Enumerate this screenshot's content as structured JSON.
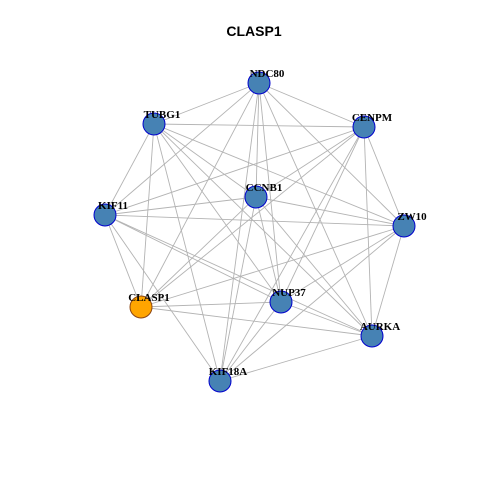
{
  "title": "CLASP1",
  "colors": {
    "node_fill": "#4682B4",
    "node_stroke": "#0000CD",
    "focus_fill": "#FFA500",
    "focus_stroke": "#8B4513",
    "edge": "#B3B3B3"
  },
  "focus_node": "CLASP1",
  "nodes": [
    "NDC80",
    "TUBG1",
    "CENPM",
    "CCNB1",
    "KIF11",
    "ZW10",
    "CLASP1",
    "NUP37",
    "AURKA",
    "KIF18A"
  ],
  "edges": [
    [
      "NDC80",
      "TUBG1"
    ],
    [
      "NDC80",
      "CENPM"
    ],
    [
      "NDC80",
      "CCNB1"
    ],
    [
      "NDC80",
      "KIF11"
    ],
    [
      "NDC80",
      "ZW10"
    ],
    [
      "NDC80",
      "CLASP1"
    ],
    [
      "NDC80",
      "NUP37"
    ],
    [
      "NDC80",
      "AURKA"
    ],
    [
      "NDC80",
      "KIF18A"
    ],
    [
      "TUBG1",
      "CENPM"
    ],
    [
      "TUBG1",
      "CCNB1"
    ],
    [
      "TUBG1",
      "KIF11"
    ],
    [
      "TUBG1",
      "ZW10"
    ],
    [
      "TUBG1",
      "CLASP1"
    ],
    [
      "TUBG1",
      "NUP37"
    ],
    [
      "TUBG1",
      "AURKA"
    ],
    [
      "TUBG1",
      "KIF18A"
    ],
    [
      "CENPM",
      "CCNB1"
    ],
    [
      "CENPM",
      "KIF11"
    ],
    [
      "CENPM",
      "ZW10"
    ],
    [
      "CENPM",
      "CLASP1"
    ],
    [
      "CENPM",
      "NUP37"
    ],
    [
      "CENPM",
      "AURKA"
    ],
    [
      "CENPM",
      "KIF18A"
    ],
    [
      "CCNB1",
      "KIF11"
    ],
    [
      "CCNB1",
      "ZW10"
    ],
    [
      "CCNB1",
      "CLASP1"
    ],
    [
      "CCNB1",
      "NUP37"
    ],
    [
      "CCNB1",
      "AURKA"
    ],
    [
      "CCNB1",
      "KIF18A"
    ],
    [
      "KIF11",
      "ZW10"
    ],
    [
      "KIF11",
      "CLASP1"
    ],
    [
      "KIF11",
      "NUP37"
    ],
    [
      "KIF11",
      "AURKA"
    ],
    [
      "KIF11",
      "KIF18A"
    ],
    [
      "ZW10",
      "CLASP1"
    ],
    [
      "ZW10",
      "NUP37"
    ],
    [
      "ZW10",
      "AURKA"
    ],
    [
      "ZW10",
      "KIF18A"
    ],
    [
      "CLASP1",
      "NUP37"
    ],
    [
      "CLASP1",
      "AURKA"
    ],
    [
      "NUP37",
      "AURKA"
    ],
    [
      "NUP37",
      "KIF18A"
    ],
    [
      "AURKA",
      "KIF18A"
    ]
  ]
}
